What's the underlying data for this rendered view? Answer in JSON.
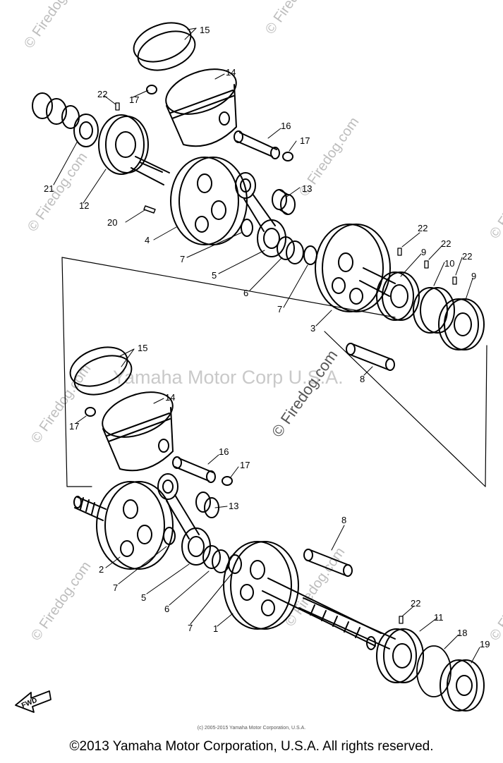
{
  "watermarks": {
    "site": "© Firedog.com",
    "corp": "Yamaha Motor Corp U.S.A."
  },
  "callouts": {
    "top": [
      "15",
      "14",
      "22",
      "17",
      "16",
      "17",
      "21",
      "12",
      "13",
      "20",
      "4",
      "22",
      "9",
      "22",
      "22",
      "10",
      "9",
      "7",
      "5",
      "6",
      "7",
      "3",
      "8"
    ],
    "bottom": [
      "15",
      "14",
      "17",
      "16",
      "17",
      "13",
      "8",
      "2",
      "7",
      "5",
      "6",
      "7",
      "1",
      "22",
      "11",
      "18",
      "19"
    ]
  },
  "fwd_label": "FWD",
  "fine_print": "(c) 2005-2015 Yamaha Motor Corporation, U.S.A.",
  "footer": "©2013 Yamaha Motor Corporation, U.S.A. All rights reserved."
}
